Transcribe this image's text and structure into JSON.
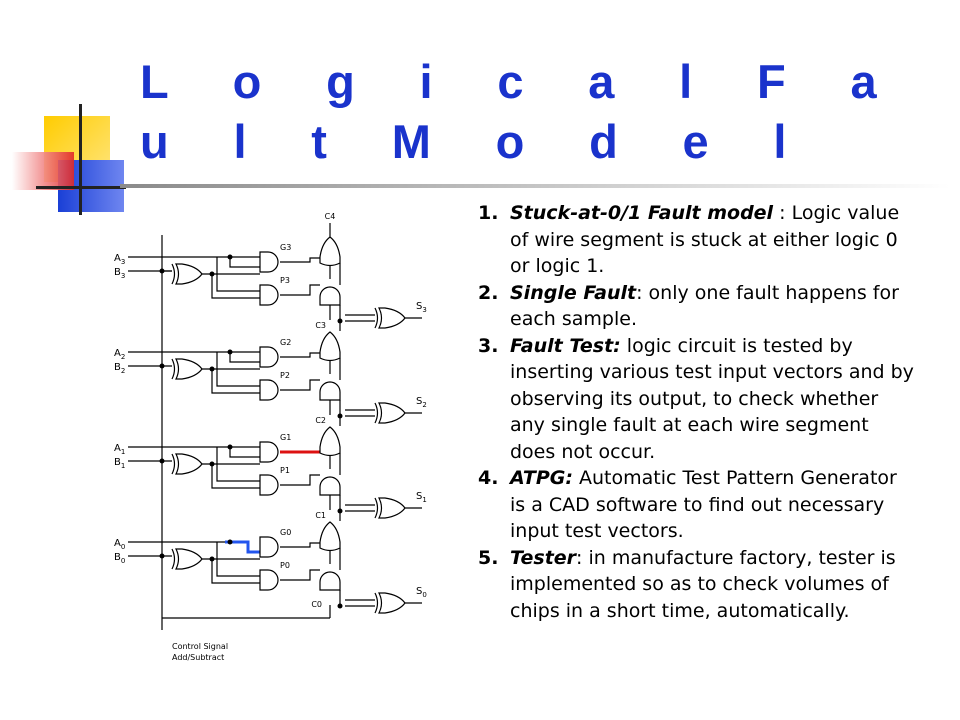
{
  "slide": {
    "title": "L o g i c a l   F a u l t   M o d e l",
    "accent_color": "#1a33cc",
    "decoration_colors": {
      "yellow": "#ffcc00",
      "blue": "#1a3fd6",
      "red": "#e83030"
    },
    "icons": [
      "slide-decoration-squares-icon",
      "and-gate-icon",
      "or-gate-icon",
      "xor-gate-icon"
    ]
  },
  "circuit": {
    "top_label": "C4",
    "bottom_label": "C0",
    "control_line1": "Control Signal",
    "control_line2": "Add/Subtract",
    "highlight_colors": {
      "fault_g1": "#dd1111",
      "fault_g0": "#2255ee"
    },
    "stages": [
      {
        "a": "A",
        "b": "B",
        "idx": "3",
        "g": "G3",
        "p": "P3",
        "c": "C3",
        "s": "S",
        "sidx": "3"
      },
      {
        "a": "A",
        "b": "B",
        "idx": "2",
        "g": "G2",
        "p": "P2",
        "c": "C2",
        "s": "S",
        "sidx": "2"
      },
      {
        "a": "A",
        "b": "B",
        "idx": "1",
        "g": "G1",
        "p": "P1",
        "c": "C1",
        "s": "S",
        "sidx": "1"
      },
      {
        "a": "A",
        "b": "B",
        "idx": "0",
        "g": "G0",
        "p": "P0",
        "c": "",
        "s": "S",
        "sidx": "0"
      }
    ]
  },
  "items": [
    {
      "num": "1.",
      "term": "Stuck-at-0/1 Fault model",
      "sep": " : ",
      "text": "Logic value of wire segment is stuck at either logic 0 or logic 1."
    },
    {
      "num": "2.",
      "term": "Single Fault",
      "sep": ": ",
      "text": "only one fault happens for each sample."
    },
    {
      "num": "3.",
      "term": "Fault Test:",
      "sep": " ",
      "text": "logic circuit is tested by inserting various  test input vectors and by observing its output, to check whether any single fault at each wire segment does not occur."
    },
    {
      "num": "4.",
      "term": "ATPG:",
      "sep": " ",
      "text": "Automatic Test Pattern Generator is a CAD software to find out necessary input test vectors."
    },
    {
      "num": "5.",
      "term": "Tester",
      "sep": ": ",
      "text": "in manufacture factory, tester is implemented so as to check volumes of chips in a short time, automatically."
    }
  ]
}
